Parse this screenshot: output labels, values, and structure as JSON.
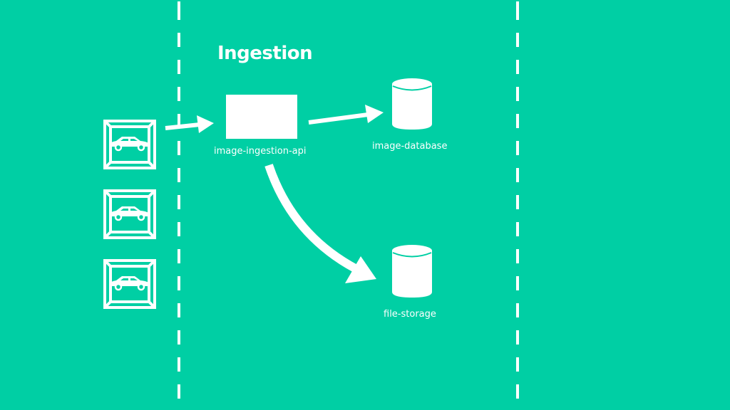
{
  "diagram": {
    "title": "Ingestion",
    "components": {
      "api": {
        "label": "image-ingestion-api",
        "shape": "rectangle"
      },
      "database": {
        "label": "image-database",
        "shape": "cylinder"
      },
      "storage": {
        "label": "file-storage",
        "shape": "cylinder"
      }
    },
    "sources": [
      {
        "icon": "car-camera-icon"
      },
      {
        "icon": "car-camera-icon"
      },
      {
        "icon": "car-camera-icon"
      }
    ],
    "connections": [
      {
        "from": "sources",
        "to": "api"
      },
      {
        "from": "api",
        "to": "database"
      },
      {
        "from": "api",
        "to": "storage"
      }
    ],
    "colors": {
      "background": "#00CFA4",
      "foreground": "#FFFFFF"
    }
  }
}
